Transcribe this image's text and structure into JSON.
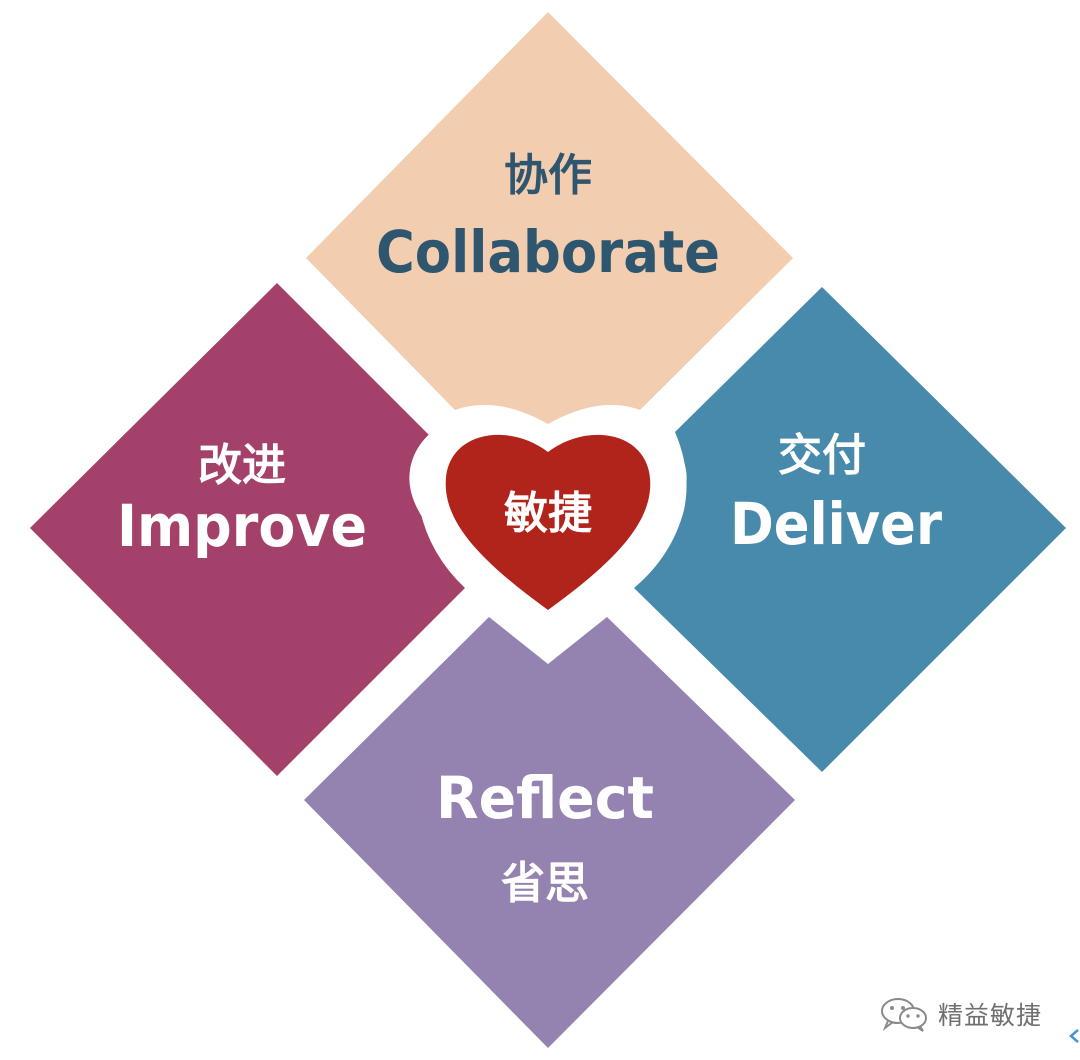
{
  "diagram": {
    "center": {
      "label": "敏捷",
      "color": "#b0241c"
    },
    "quadrants": {
      "top": {
        "label_cn": "协作",
        "label_en": "Collaborate",
        "fill": "#f2cdaf",
        "text_color": "#2e566f"
      },
      "left": {
        "label_cn": "改进",
        "label_en": "Improve",
        "fill": "#a4416b",
        "text_color": "#ffffff"
      },
      "right": {
        "label_cn": "交付",
        "label_en": "Deliver",
        "fill": "#478aab",
        "text_color": "#ffffff"
      },
      "bottom": {
        "label_en": "Reflect",
        "label_cn": "省思",
        "fill": "#9482b0",
        "text_color": "#ffffff"
      }
    }
  },
  "watermark": {
    "icon": "wechat-icon",
    "text": "精益敏捷"
  }
}
